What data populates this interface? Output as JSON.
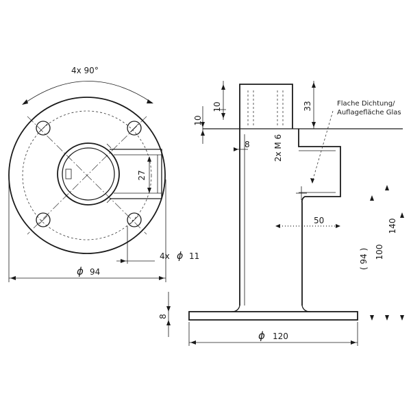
{
  "top_view": {
    "angle_label": "4x 90°",
    "hole_label_prefix": "4x",
    "hole_diameter_symbol": "ϕ",
    "hole_diameter_value": "11",
    "slot_depth": "27",
    "flange_diameter_symbol": "ϕ",
    "flange_diameter_value": "94"
  },
  "side_view": {
    "dim_10_left": "10",
    "dim_10_top": "10",
    "dim_33": "33",
    "dim_8_top": "8",
    "thread_label": "2x M 6",
    "note_line1": "Flache Dichtung/",
    "note_line2": "Auflagefläche Glas",
    "dim_50": "50",
    "dim_94_ref": "( 94 )",
    "dim_100": "100",
    "dim_140": "140",
    "dim_8_base": "8",
    "base_diameter_symbol": "ϕ",
    "base_diameter_value": "120"
  }
}
